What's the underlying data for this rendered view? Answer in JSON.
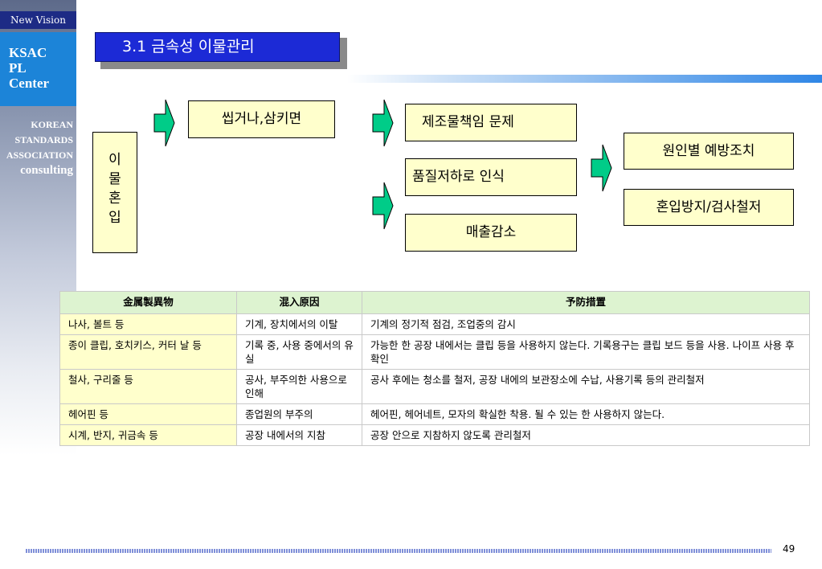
{
  "sidebar": {
    "top_label": "New Vision",
    "brand_lines": [
      "KSAC",
      "PL",
      "Center"
    ],
    "org_lines": [
      "KOREAN",
      "STANDARDS",
      "ASSOCIATION",
      "consulting"
    ]
  },
  "title": "3.1 금속성 이물관리",
  "diagram": {
    "source": "이\n물\n혼\n입",
    "step1": "씹거나,삼키면",
    "effects": [
      "제조물책임 문제",
      "품질저하로 인식",
      "매출감소"
    ],
    "actions": [
      "원인별 예방조치",
      "혼입방지/검사철저"
    ]
  },
  "table": {
    "headers": [
      "金属製異物",
      "混入原因",
      "予防措置"
    ],
    "rows": [
      [
        "나사, 볼트 등",
        "기계, 장치에서의 이탈",
        "기계의 정기적 점검, 조업중의 감시"
      ],
      [
        "종이 클립, 호치키스, 커터 날 등",
        "기록 중, 사용 중에서의 유실",
        "가능한 한 공장 내에서는 클립 등을 사용하지 않는다. 기록용구는 클립 보드 등을 사용. 나이프 사용 후 확인"
      ],
      [
        "철사, 구리줄 등",
        "공사, 부주의한 사용으로 인해",
        "공사 후에는 청소를 철저, 공장 내에의 보관장소에 수납, 사용기록 등의 관리철저"
      ],
      [
        "헤어핀 등",
        "종업원의 부주의",
        "헤어핀, 헤어네트, 모자의 확실한 착용. 될 수 있는 한 사용하지 않는다."
      ],
      [
        "시계, 반지, 귀금속 등",
        "공장 내에서의 지참",
        "공장 안으로 지참하지 않도록 관리철저"
      ]
    ]
  },
  "page_number": "49",
  "colors": {
    "arrow_fill": "#00cc88",
    "box_fill": "#ffffcc",
    "title_bg": "#1c2ad6",
    "header_bg": "#ddf3d0"
  },
  "icons": [
    "right-arrow-icon"
  ]
}
